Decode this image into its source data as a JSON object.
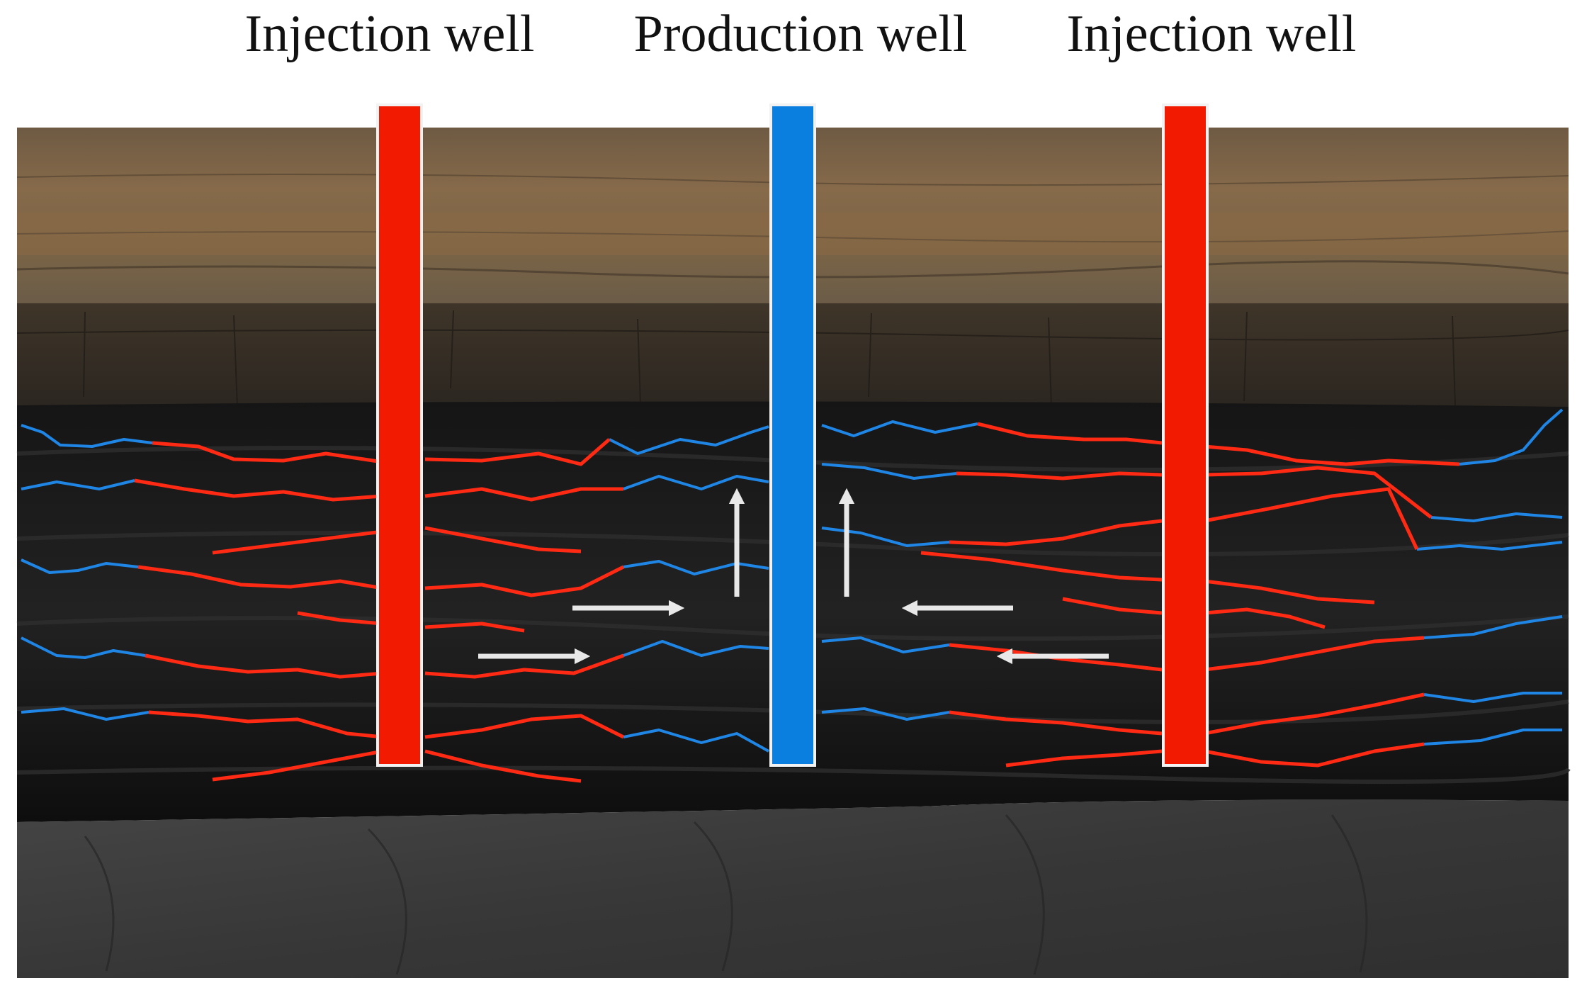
{
  "labels": {
    "left_well": "Injection well",
    "center_well": "Production well",
    "right_well": "Injection well"
  },
  "colors": {
    "injection": "#f21a00",
    "production": "#0a7fe0",
    "fracture_hot": "#ff2a14",
    "fracture_cold": "#1f86e6",
    "flow_arrow": "#e8e8e8",
    "topsoil": "#7d6549",
    "dark_soil": "#3a3229",
    "reservoir": "#141414",
    "bedrock": "#3c3c3c"
  }
}
